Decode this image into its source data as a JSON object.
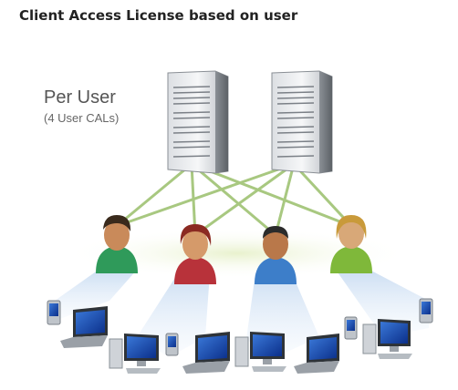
{
  "title": "Client Access License based on user",
  "diagram": {
    "heading": "Per User",
    "subheading": "(4 User CALs)",
    "servers": [
      "server",
      "server"
    ],
    "users": [
      {
        "shirt": "#2f9a5a",
        "hair": "#3a2a1c",
        "skin": "#c98a5a"
      },
      {
        "shirt": "#b8323a",
        "hair": "#8b2a22",
        "skin": "#d59a6a"
      },
      {
        "shirt": "#3d7ec9",
        "hair": "#2b2b2b",
        "skin": "#b9784a"
      },
      {
        "shirt": "#7fb83a",
        "hair": "#c99a3a",
        "skin": "#d8a878"
      }
    ],
    "link_color": "#a8c880",
    "beam_color": "#cfe0f4"
  }
}
